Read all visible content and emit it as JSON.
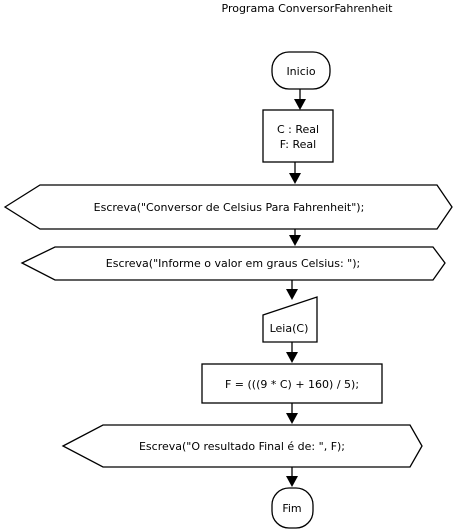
{
  "title": "Programa ConversorFahrenheit",
  "nodes": {
    "start": "Inicio",
    "declare_c": "C : Real",
    "declare_f": "F: Real",
    "write_title": "Escreva(\"Conversor de Celsius Para Fahrenheit\");",
    "write_prompt": "Escreva(\"Informe o valor em graus Celsius: \");",
    "read_input": "Leia(C)",
    "assign": "F = (((9 * C) + 160) / 5);",
    "write_result": "Escreva(\"O resultado Final é de: \", F);",
    "end": "Fim"
  }
}
